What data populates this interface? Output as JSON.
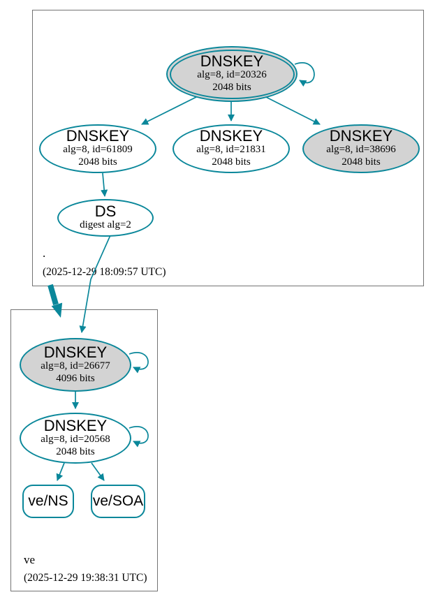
{
  "colors": {
    "edge_secure": "#0a879a",
    "node_fill_gray": "#d3d3d3",
    "node_fill_white": "#ffffff",
    "zone_box_border": "#737373",
    "text": "#000000"
  },
  "root_zone": {
    "label": ".",
    "timestamp": "(2025-12-29 18:09:57 UTC)",
    "ksk": {
      "title": "DNSKEY",
      "alg": "alg=8, id=20326",
      "bits": "2048 bits"
    },
    "zsk_61809": {
      "title": "DNSKEY",
      "alg": "alg=8, id=61809",
      "bits": "2048 bits"
    },
    "zsk_21831": {
      "title": "DNSKEY",
      "alg": "alg=8, id=21831",
      "bits": "2048 bits"
    },
    "key_38696": {
      "title": "DNSKEY",
      "alg": "alg=8, id=38696",
      "bits": "2048 bits"
    },
    "ds": {
      "title": "DS",
      "digest": "digest alg=2"
    }
  },
  "ve_zone": {
    "label": "ve",
    "timestamp": "(2025-12-29 19:38:31 UTC)",
    "ksk": {
      "title": "DNSKEY",
      "alg": "alg=8, id=26677",
      "bits": "4096 bits"
    },
    "zsk": {
      "title": "DNSKEY",
      "alg": "alg=8, id=20568",
      "bits": "2048 bits"
    },
    "rrset_ns": {
      "label": "ve/NS"
    },
    "rrset_soa": {
      "label": "ve/SOA"
    }
  }
}
